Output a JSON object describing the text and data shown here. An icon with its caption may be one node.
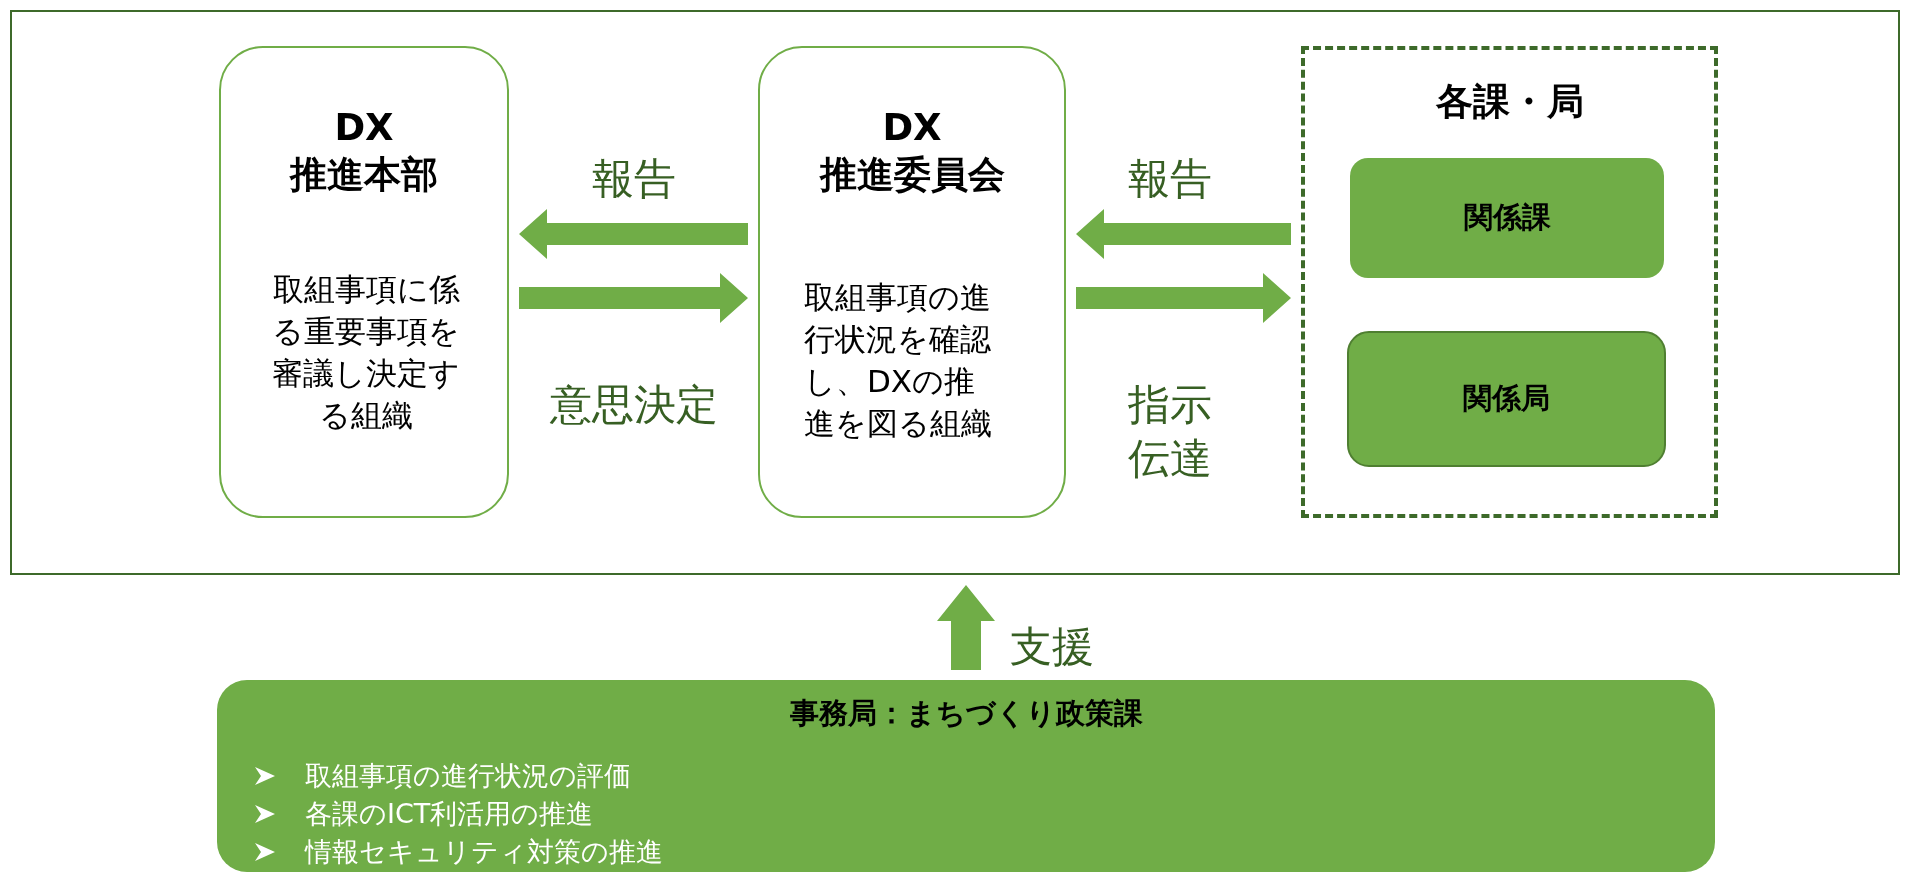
{
  "diagram": {
    "nodes": [
      {
        "text": [],
        "shape": "box"
      },
      {
        "text": [
          "DX推進本部",
          "取組事項に係る重要事項を審議し決定する組織"
        ],
        "in": 0
      },
      {
        "text": [
          "DX推進委員会",
          "取組事項の進行状況を確認し、DXの推進を図る組織"
        ],
        "in": 0
      },
      {
        "text": [
          "各課・局"
        ],
        "in": 0
      },
      {
        "text": [
          "関係課"
        ],
        "in": 3
      },
      {
        "text": [
          "関係局"
        ],
        "in": 3
      },
      {
        "text": [
          "事務局：まちづくり政策課",
          "取組事項の進行状況の評価",
          "各課のICT利活用の推進",
          "情報セキュリティ対策の推進"
        ]
      }
    ],
    "edges": [
      {
        "from": 2,
        "to": 1,
        "arrow": "to",
        "label": "報告"
      },
      {
        "from": 1,
        "to": 2,
        "arrow": "to",
        "label": "意思決定"
      },
      {
        "from": 3,
        "to": 2,
        "arrow": "to",
        "label": "報告"
      },
      {
        "from": 2,
        "to": 3,
        "arrow": "to",
        "label": "指示伝達"
      },
      {
        "from": 6,
        "to": 0,
        "arrow": "to",
        "label": "支援"
      }
    ]
  }
}
